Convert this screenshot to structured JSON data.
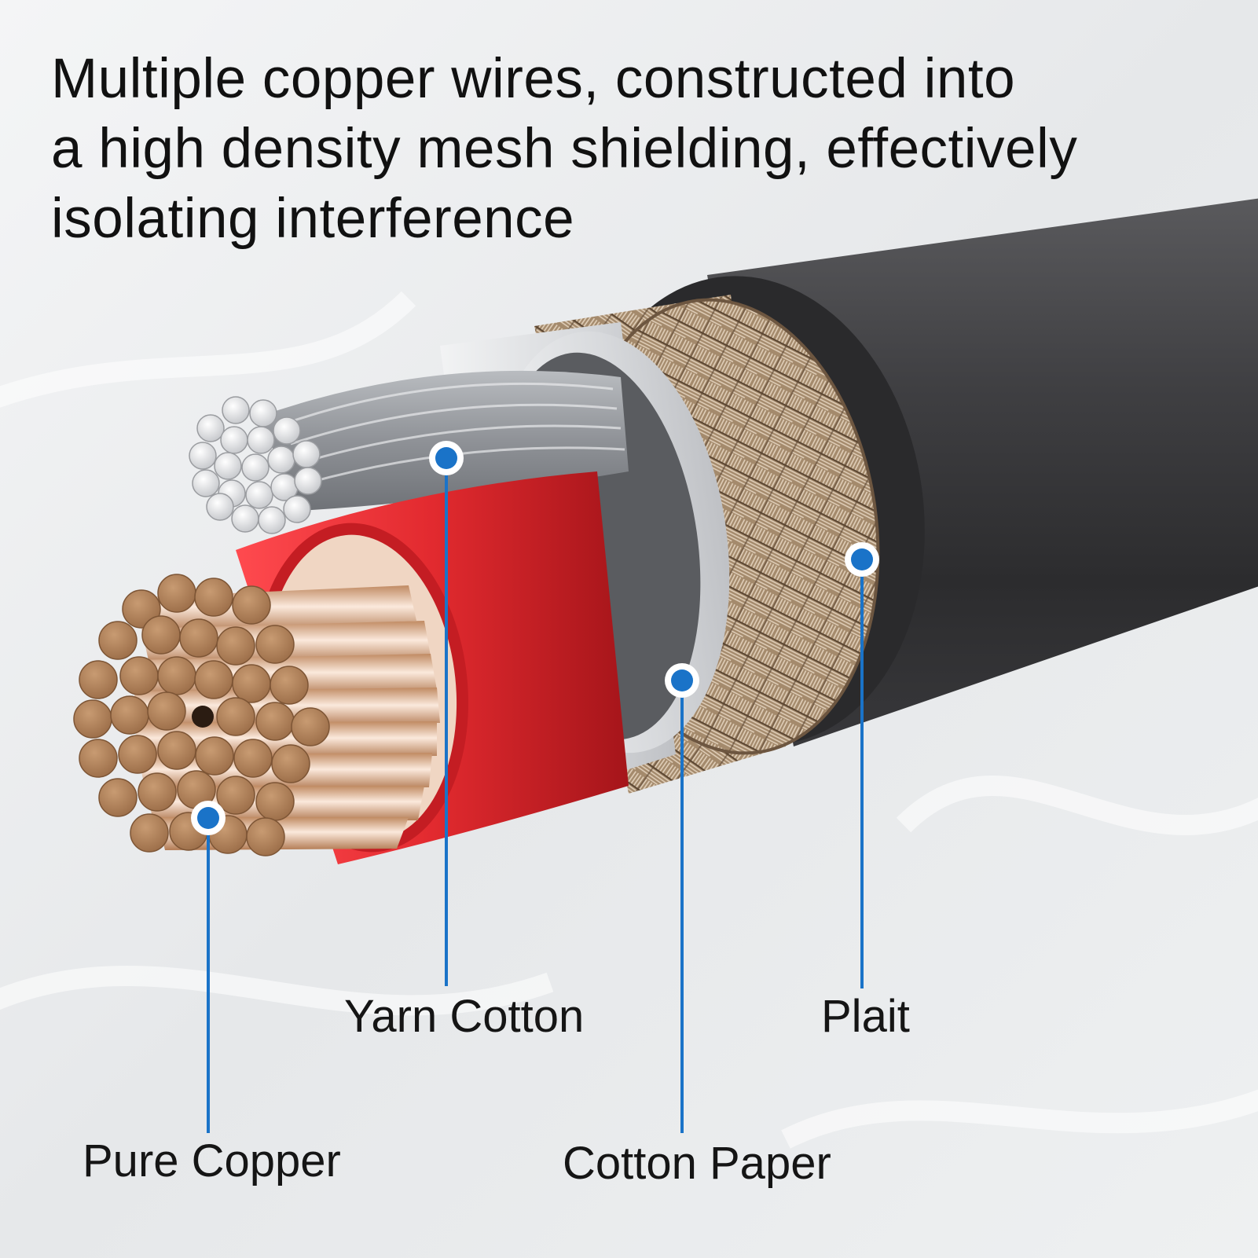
{
  "headline": {
    "lines": [
      "Multiple copper wires, constructed into",
      "a high density mesh shielding, effectively",
      "isolating interference"
    ]
  },
  "callouts": {
    "yarn_cotton": "Yarn Cotton",
    "plait": "Plait",
    "pure_copper": "Pure Copper",
    "cotton_paper": "Cotton Paper"
  },
  "colors": {
    "accent_marker": "#1a73c8",
    "jacket": "#3d3d3f",
    "red_insulation": "#d9242b",
    "copper": "#b88a62",
    "silver_strand": "#c9cbcf",
    "braid": "#b39c80",
    "paper_wrap": "#dfe0e3"
  }
}
